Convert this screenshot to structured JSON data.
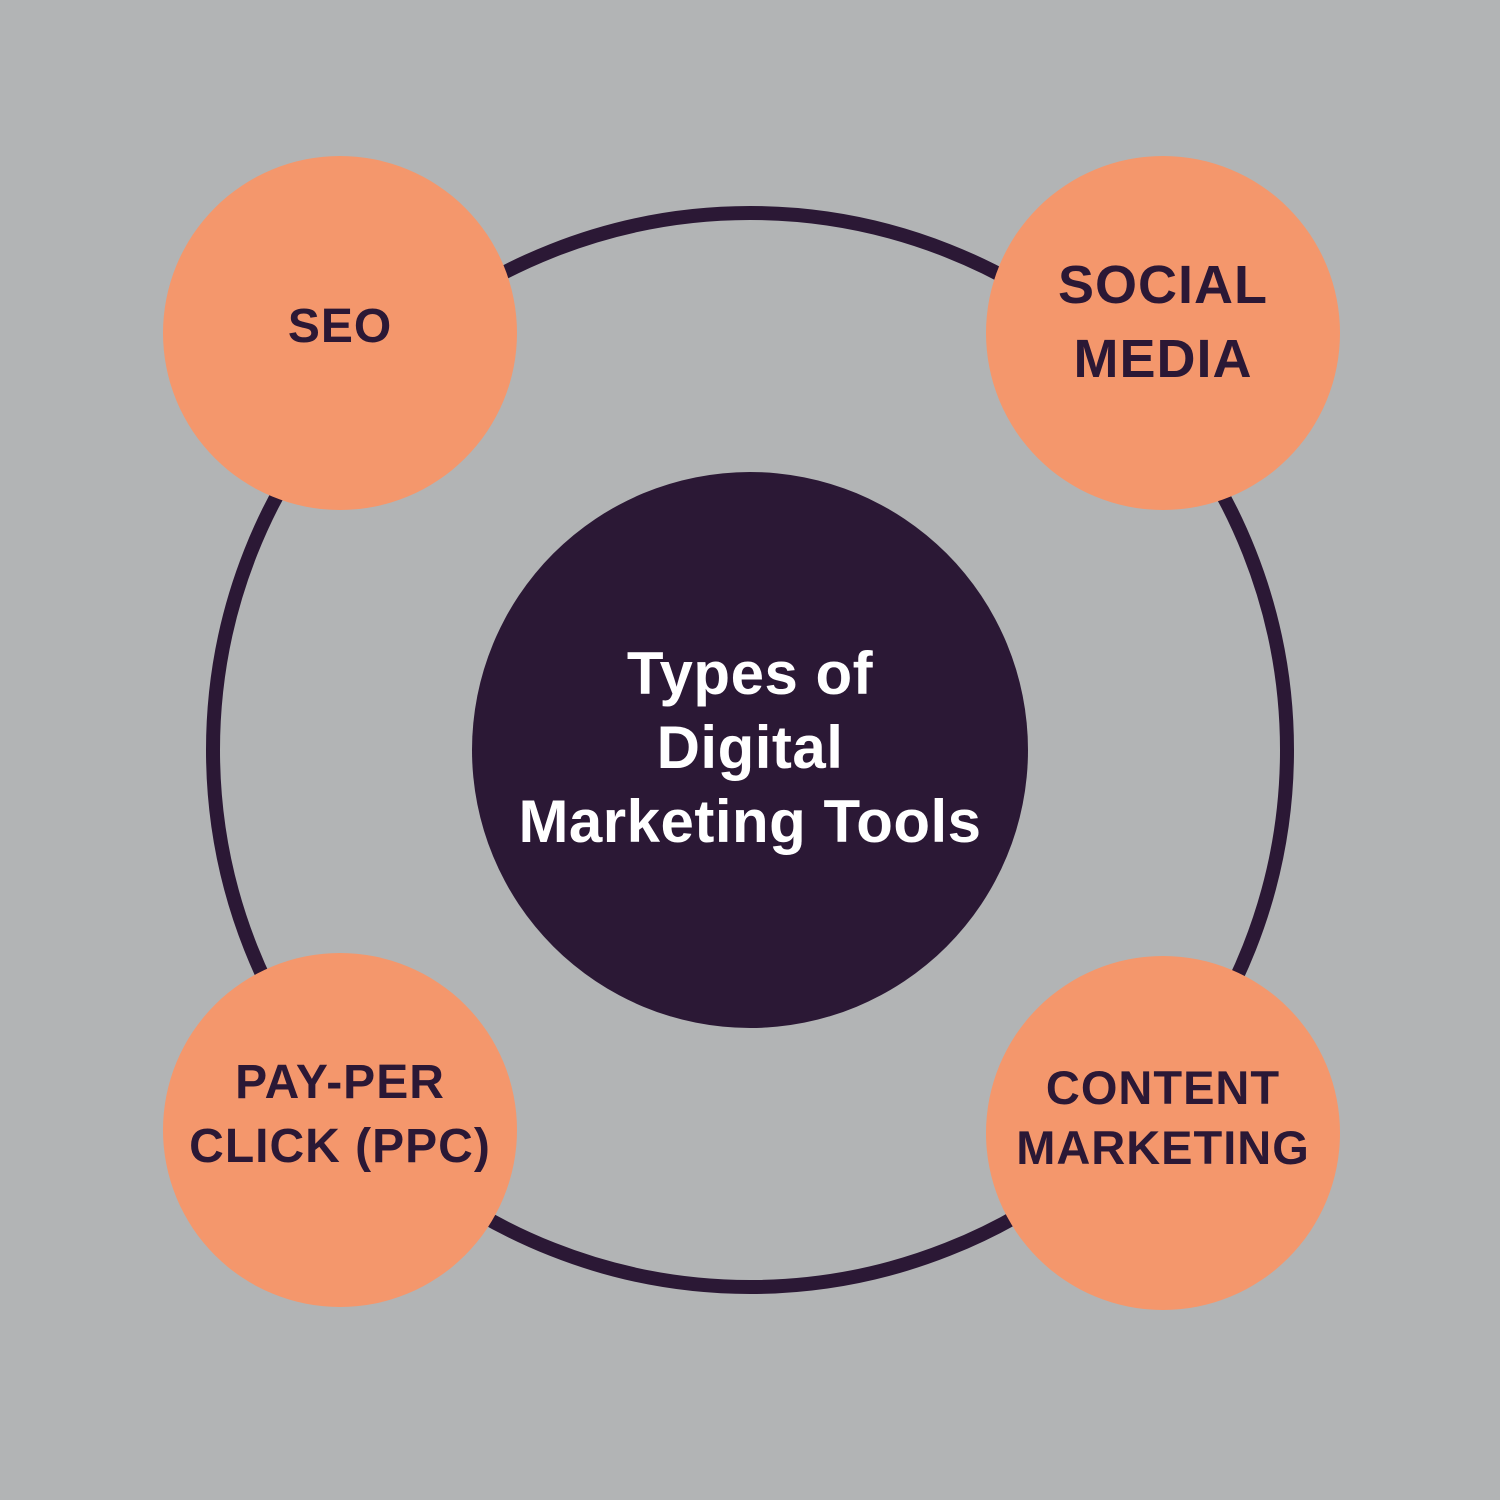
{
  "diagram": {
    "type": "hub-and-spoke",
    "center": {
      "lines": [
        "Types of",
        "Digital",
        "Marketing Tools"
      ]
    },
    "nodes": [
      {
        "id": "seo",
        "position": "top-left",
        "lines": [
          "SEO"
        ]
      },
      {
        "id": "social-media",
        "position": "top-right",
        "lines": [
          "SOCIAL",
          "MEDIA"
        ]
      },
      {
        "id": "ppc",
        "position": "bottom-left",
        "lines": [
          "PAY-PER",
          "CLICK (PPC)"
        ]
      },
      {
        "id": "content-marketing",
        "position": "bottom-right",
        "lines": [
          "CONTENT",
          "MARKETING"
        ]
      }
    ]
  },
  "colors": {
    "background": "#b2b4b5",
    "hub": "#2b1835",
    "ring": "#2b1835",
    "node": "#f4976c",
    "node_text": "#2b1835",
    "hub_text": "#ffffff"
  }
}
